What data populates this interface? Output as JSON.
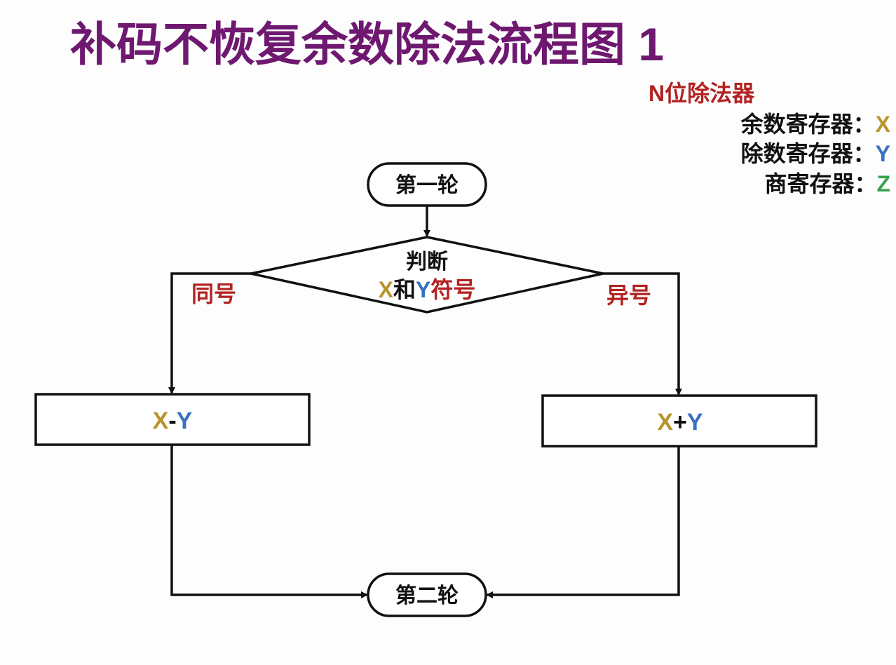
{
  "title": "补码不恢复余数除法流程图 1",
  "legend": {
    "heading": "N位除法器",
    "rows": [
      {
        "label": "余数寄存器：",
        "var": "X"
      },
      {
        "label": "除数寄存器：",
        "var": "Y"
      },
      {
        "label": "商寄存器：",
        "var": "Z"
      }
    ]
  },
  "flow": {
    "start": "第一轮",
    "decision_line1": "判断",
    "decision_x": "X",
    "decision_and": "和",
    "decision_y": "Y",
    "decision_rest": "符号",
    "left_branch": "同号",
    "right_branch": "异号",
    "left_box": {
      "a": "X",
      "op": "-",
      "b": "Y"
    },
    "right_box": {
      "a": "X",
      "op": "+",
      "b": "Y"
    },
    "end": "第二轮"
  },
  "colors": {
    "title": "#6e1870",
    "red": "#b22222",
    "x": "#b8942c",
    "y": "#3a70c0",
    "z": "#3aa150"
  }
}
